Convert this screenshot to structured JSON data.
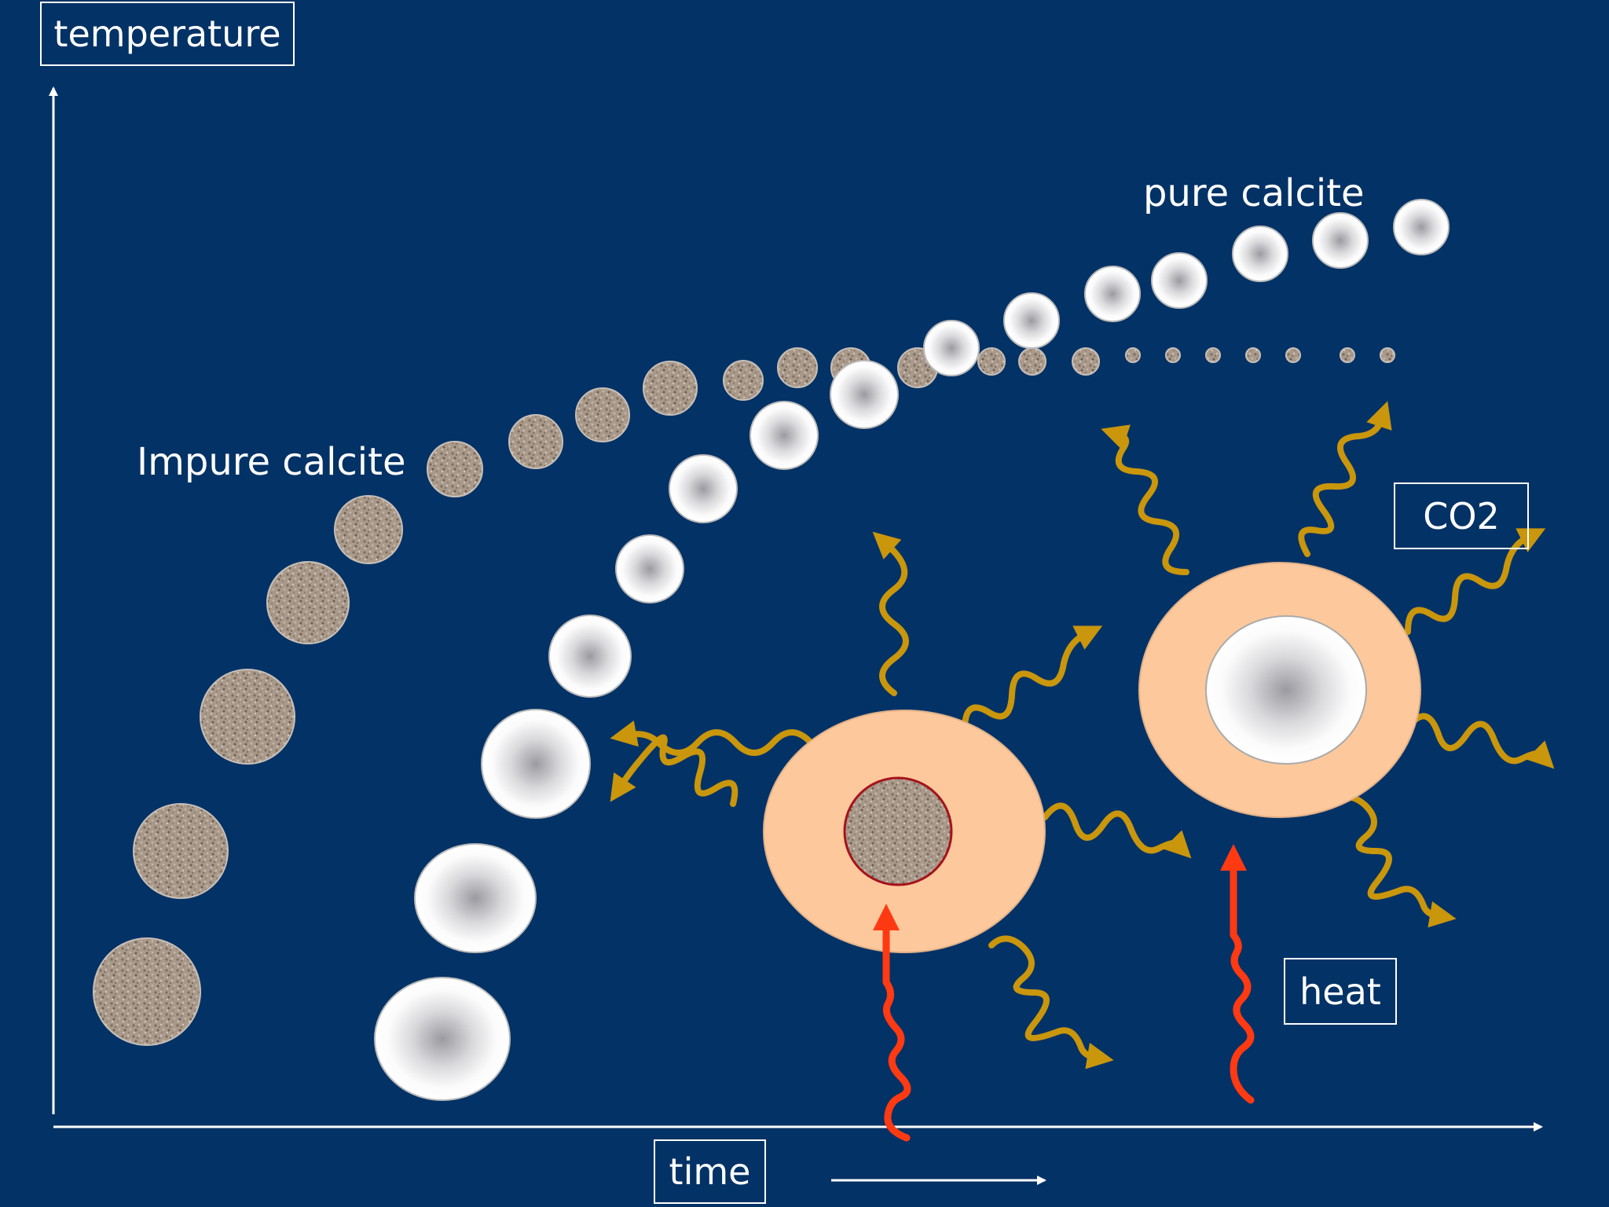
{
  "labels": {
    "temperature": "temperature",
    "time": "time",
    "pure_calcite": "pure calcite",
    "impure_calcite": "Impure calcite",
    "co2": "CO2",
    "heat": "heat"
  },
  "colors": {
    "background": "#033266",
    "axis": "#ffffff",
    "impure_grain": "#a9998a",
    "pure_grain": "#ffffff",
    "reaction_rim": "#fdc89b",
    "co2_arrow": "#c9960c",
    "heat_arrow": "#ff3a12"
  }
}
